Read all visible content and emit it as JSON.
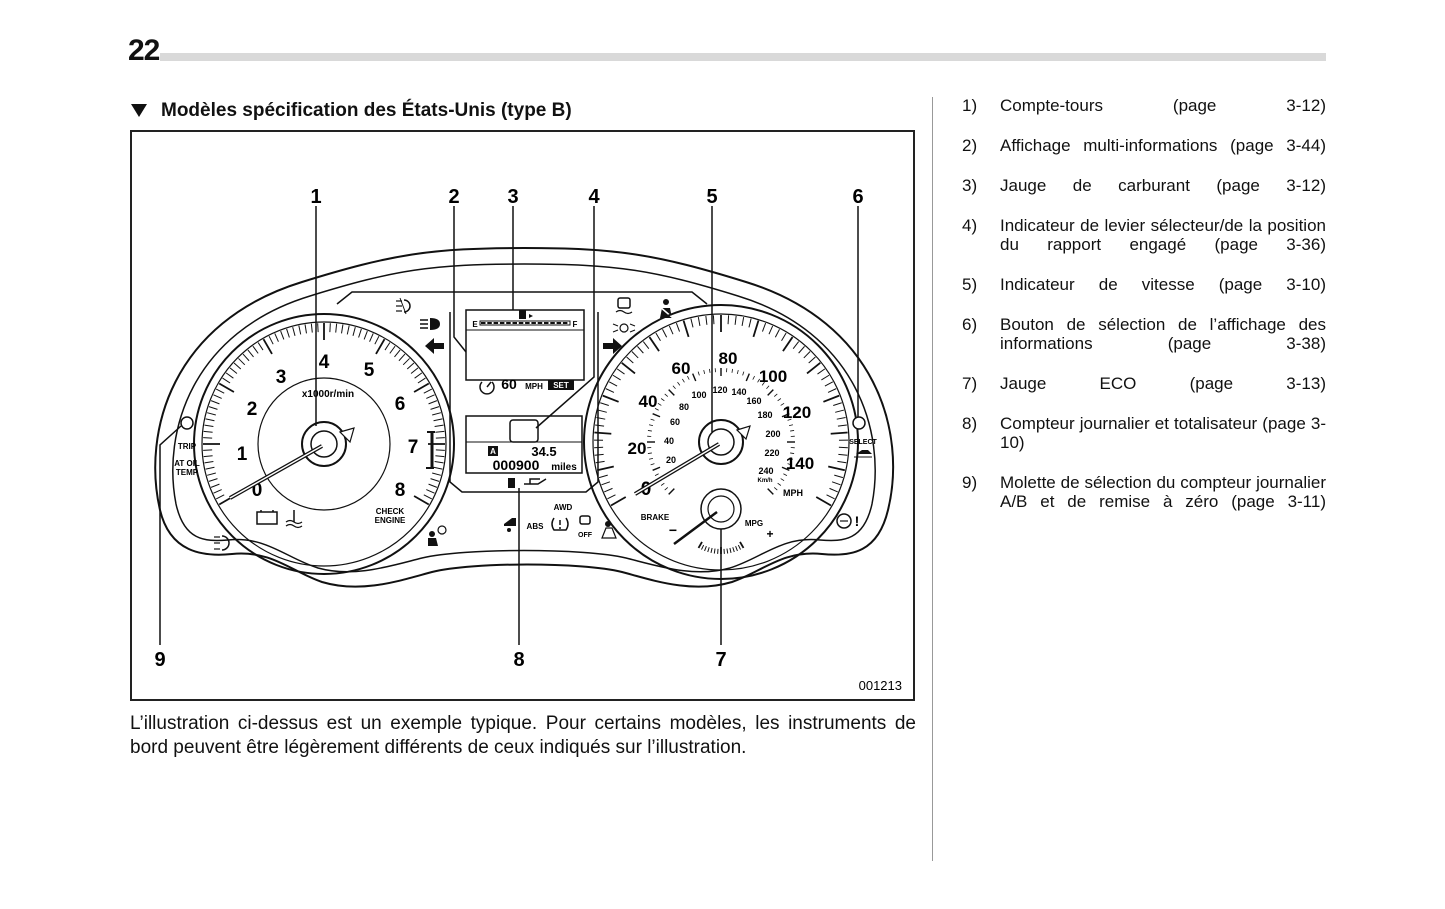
{
  "page": {
    "number": "22"
  },
  "section": {
    "title": "Modèles spécification des États-Unis (type B)"
  },
  "figure": {
    "code": "001213",
    "callouts": [
      "1",
      "2",
      "3",
      "4",
      "5",
      "6",
      "7",
      "8",
      "9"
    ],
    "tachometer": {
      "ticks": [
        "0",
        "1",
        "2",
        "3",
        "4",
        "5",
        "6",
        "7",
        "8"
      ],
      "unit": "x1000r/min",
      "check_engine": [
        "CHECK",
        "ENGINE"
      ]
    },
    "speedometer": {
      "mph_ticks": [
        "0",
        "20",
        "40",
        "60",
        "80",
        "100",
        "120",
        "140"
      ],
      "kmh_ticks": [
        "20",
        "40",
        "60",
        "80",
        "100",
        "120",
        "140",
        "160",
        "180",
        "200",
        "220",
        "240"
      ],
      "kmh_unit": "Km/h",
      "mph_unit": "MPH",
      "brake": "BRAKE",
      "mpg": "MPG",
      "minus": "−",
      "plus": "+"
    },
    "center_display": {
      "fuel_empty": "E",
      "fuel_full": "F",
      "cruise_speed": "60",
      "cruise_unit": "MPH",
      "cruise_set": "SET",
      "trip_label": "A",
      "trip_value": "34.5",
      "odometer": "000900",
      "odometer_unit": "miles",
      "abs": "ABS",
      "awd": "AWD",
      "off": "OFF"
    },
    "left_controls": {
      "trip": "TRIP",
      "at_oil_temp": [
        "AT OIL",
        "TEMP"
      ]
    },
    "right_controls": {
      "select": "SELECT"
    }
  },
  "caption": "L’illustration ci-dessus est un exemple typique. Pour certains modèles, les instruments de bord peuvent être légèrement différents de ceux indiqués sur l’illustration.",
  "legend": [
    {
      "num": "1)",
      "text": "Compte-tours (page 3-12)"
    },
    {
      "num": "2)",
      "text": "Affichage multi-informations (page 3-44)"
    },
    {
      "num": "3)",
      "text": "Jauge de carburant (page 3-12)"
    },
    {
      "num": "4)",
      "text": "Indicateur de levier sélecteur/de la position du rapport engagé (page 3-36)"
    },
    {
      "num": "5)",
      "text": "Indicateur de vitesse (page 3-10)"
    },
    {
      "num": "6)",
      "text": "Bouton de sélection de l’affichage des informations (page 3-38)"
    },
    {
      "num": "7)",
      "text": "Jauge ECO (page 3-13)"
    },
    {
      "num": "8)",
      "text": "Compteur journalier et totalisateur (page 3-10)"
    },
    {
      "num": "9)",
      "text": "Molette de sélection du compteur journalier A/B et de remise à zéro (page 3-11)"
    }
  ]
}
